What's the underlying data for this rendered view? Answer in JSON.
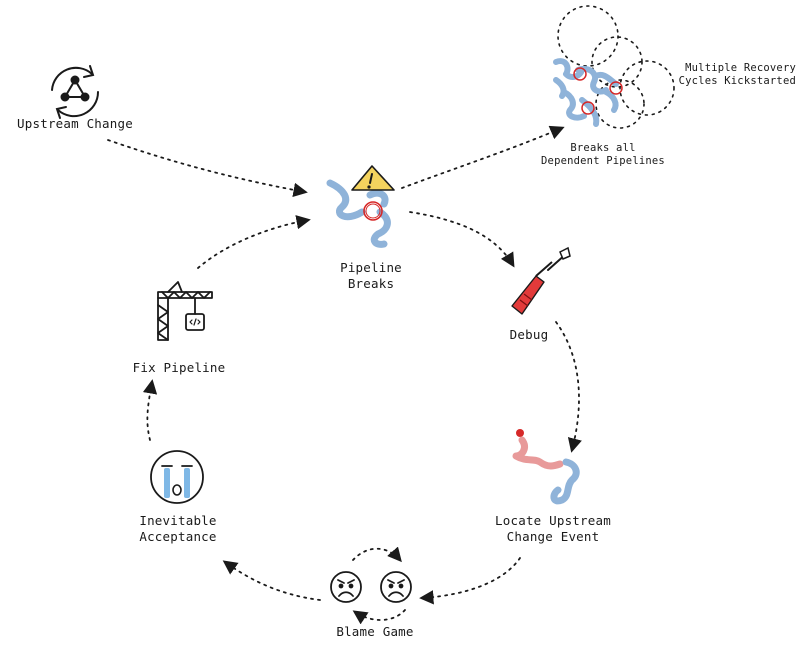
{
  "nodes": {
    "upstream_change": {
      "label": "Upstream Change",
      "icon": "upstream-change-icon"
    },
    "pipeline_breaks": {
      "label_line1": "Pipeline",
      "label_line2": "Breaks",
      "icon": "broken-pipeline-icon"
    },
    "breaks_all": {
      "label_line1": "Breaks all",
      "label_line2": "Dependent Pipelines"
    },
    "multiple_recovery": {
      "label_line1": "Multiple Recovery",
      "label_line2": "Cycles Kickstarted"
    },
    "debug": {
      "label": "Debug",
      "icon": "screwdriver-icon"
    },
    "locate_upstream": {
      "label_line1": "Locate Upstream",
      "label_line2": "Change Event",
      "icon": "locate-pipe-icon"
    },
    "blame_game": {
      "label": "Blame Game",
      "icon": "angry-faces-icon"
    },
    "inevitable_acceptance": {
      "label_line1": "Inevitable",
      "label_line2": "Acceptance",
      "icon": "crying-face-icon"
    },
    "fix_pipeline": {
      "label": "Fix Pipeline",
      "icon": "crane-icon"
    }
  },
  "colors": {
    "pipe_blue": "#8fb3d9",
    "pipe_pink": "#e89a9a",
    "alert_red": "#d62828",
    "warning_yellow": "#f4d35e",
    "ink": "#1a1a1a"
  }
}
